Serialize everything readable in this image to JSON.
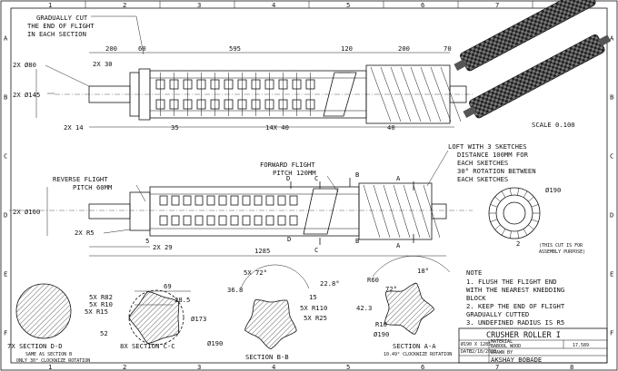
{
  "grid": {
    "columns": [
      "1",
      "2",
      "3",
      "4",
      "5",
      "6",
      "7",
      "8"
    ],
    "rows": [
      "A",
      "B",
      "C",
      "D",
      "E",
      "F"
    ]
  },
  "top_view": {
    "gradual_note": [
      "GRADUALLY CUT",
      "THE END OF FLIGHT",
      "IN EACH SECTION"
    ],
    "dims": {
      "d80": "2X Ø80",
      "d145": "2X Ø145",
      "l200a": "200",
      "l60": "60",
      "l595": "595",
      "l120": "120",
      "l200b": "200",
      "l70": "70",
      "l2x30": "2X 30",
      "l2x14": "2X 14",
      "l35": "35",
      "l14x40": "14X 40",
      "l40": "40"
    }
  },
  "iso": {
    "scale": "SCALE  0.100"
  },
  "loft_note": [
    "LOFT WITH 3 SKETCHES",
    "DISTANCE 100MM FOR",
    "EACH SKETCHES",
    "30° ROTATION BETWEEN",
    "EACH SKETCHES"
  ],
  "section_view": {
    "reverse_flight": [
      "REVERSE FLIGHT",
      "PITCH 60MM"
    ],
    "forward_flight": [
      "FORWARD FLIGHT",
      "PITCH 120MM"
    ],
    "dims": {
      "d100": "2X Ø100",
      "r5": "2X R5",
      "five": "5",
      "l2x29": "2X 29",
      "l1285": "1285"
    },
    "cut_labels": {
      "b": "B",
      "c": "C",
      "d": "D",
      "a": "A"
    }
  },
  "detail_view": {
    "d190": "Ø190",
    "label_2": "2",
    "note": [
      "(THIS CUT IS FOR",
      "ASSEMBLY PURPOSE)"
    ]
  },
  "sections": {
    "dd": {
      "title": "7X SECTION  D-D",
      "sub": [
        "SAME AS SECTION B",
        "ONLY 30° CLOCKWIZE ROTATION"
      ]
    },
    "cc": {
      "title": "8X SECTION  C-C",
      "r82": "5X R82",
      "r10": "5X R10",
      "r15": "5X R15",
      "d69": "69",
      "d285": "28.5",
      "d173": "Ø173",
      "d52": "52"
    },
    "bb": {
      "title": "SECTION  B-B",
      "ang": "5X 72°",
      "a228": "22.8°",
      "d368": "36.8",
      "d15": "15",
      "r110": "5X R110",
      "r25": "5X R25",
      "d190": "Ø190"
    },
    "aa": {
      "title": "SECTION  A-A",
      "sub": "10.49° CLOCKWIZE ROTATION",
      "a18": "18°",
      "r60": "R60",
      "a72": "72°",
      "d423": "42.3",
      "r10": "R10",
      "d190": "Ø190"
    }
  },
  "notes": {
    "heading": "NOTE",
    "items": [
      "1. FLUSH THE FLIGHT END",
      "   WITH THE NEAREST KNEDDING",
      "   BLOCK",
      "2. KEEP THE END OF FLIGHT",
      "   GRADUALLY CUTTED",
      "3. UNDEFINED RADIUS IS R5"
    ]
  },
  "title_block": {
    "title": "CRUSHER ROLLER I",
    "size": "Ø190 X 1285",
    "material_label": "MATERIAL",
    "material": "BABOOL WOOD",
    "weight": "17.589",
    "date_label": "DATE",
    "date": "02/18/2020",
    "drawn_label": "DRAWN BY",
    "drawn": "AKSHAY BOBADE"
  }
}
